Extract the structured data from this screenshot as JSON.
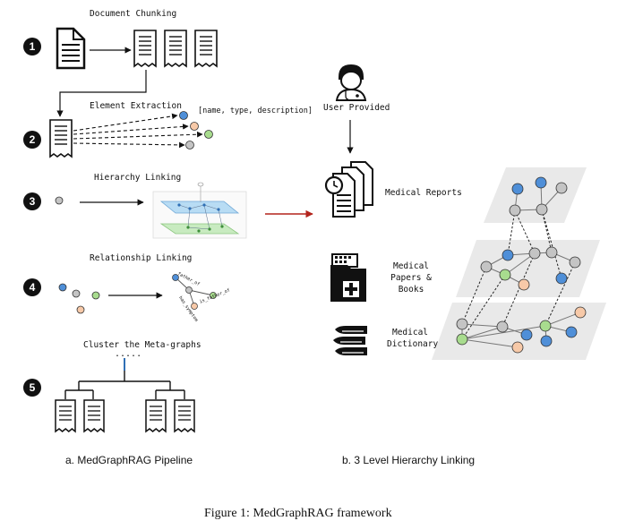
{
  "pipeline": {
    "steps": [
      {
        "num": "1",
        "label": "Document Chunking"
      },
      {
        "num": "2",
        "label": "Element Extraction"
      },
      {
        "num": "3",
        "label": "Hierarchy Linking"
      },
      {
        "num": "4",
        "label": "Relationship Linking"
      },
      {
        "num": "5",
        "label": "Cluster the Meta-graphs"
      }
    ],
    "extraction_tuple": "[name, type, description]",
    "relation_labels": [
      "father_of",
      "has_symptom",
      "is_father_of"
    ],
    "ellipsis": ".....",
    "caption": "a. MedGraphRAG Pipeline"
  },
  "hierarchy": {
    "user_label": "User Provided",
    "levels": [
      {
        "label": "Medical Reports",
        "icon": "medical-reports-icon"
      },
      {
        "label": "Medical Papers & Books",
        "icon": "medical-papers-icon"
      },
      {
        "label": "Medical Dictionary",
        "icon": "dictionary-books-icon"
      }
    ],
    "caption": "b. 3 Level Hierarchy Linking"
  },
  "figure_caption": "Figure 1: MedGraphRAG framework",
  "colors": {
    "node_blue": "#4f8fd8",
    "node_gray": "#c4c4c4",
    "node_green": "#a8dc8e",
    "node_peach": "#f7c9a8",
    "arrow_red": "#b3241c",
    "plane_gray": "#e9e9e9"
  }
}
